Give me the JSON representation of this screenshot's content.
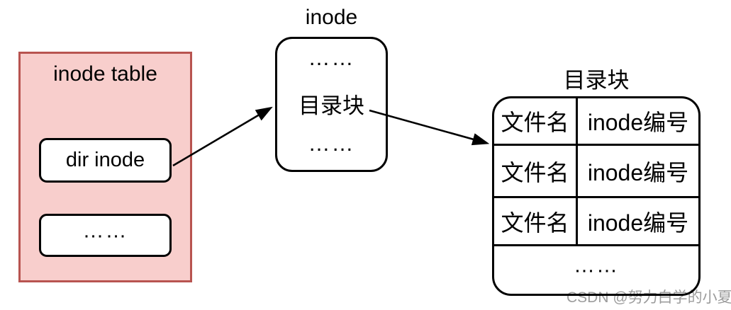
{
  "colors": {
    "container_fill": "#f8cecc",
    "container_border": "#b85450",
    "line": "#000000",
    "watermark_text": "#9c9c9c"
  },
  "inode_table": {
    "title": "inode table",
    "nodes": [
      {
        "label": "dir inode"
      },
      {
        "label": "……"
      }
    ]
  },
  "inode_box": {
    "title": "inode",
    "lines": [
      "……",
      "目录块",
      "……"
    ]
  },
  "directory_block": {
    "title": "目录块",
    "rows": [
      {
        "name": "文件名",
        "number": "inode编号"
      },
      {
        "name": "文件名",
        "number": "inode编号"
      },
      {
        "name": "文件名",
        "number": "inode编号"
      }
    ],
    "footer": "……"
  },
  "watermark": "CSDN @努力白学的小夏"
}
